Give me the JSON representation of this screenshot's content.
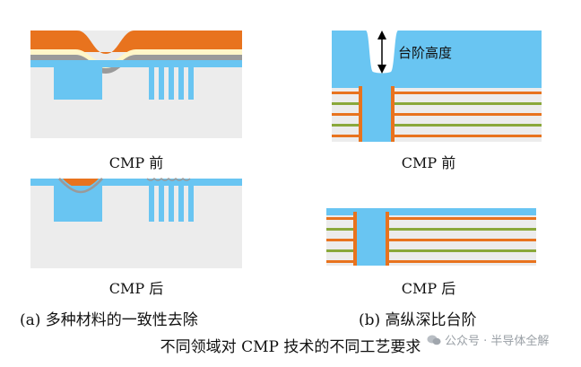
{
  "panel_a": {
    "before_label": "CMP 前",
    "after_label": "CMP 后",
    "caption": "(a)  多种材料的一致性去除"
  },
  "panel_b": {
    "step_height_label": "台阶高度",
    "before_label": "CMP 前",
    "after_label": "CMP 后",
    "caption": "(b)  高纵深比台阶"
  },
  "figure_caption": "不同领域对 CMP 技术的不同工艺要求",
  "watermark": {
    "icon": "wechat-icon",
    "text": "公众号 · 半导体全解"
  },
  "colors": {
    "substrate": "#ececec",
    "dielectric_blue": "#69c5f2",
    "gray_layer": "#9a9a9a",
    "cream_layer": "#fff6c8",
    "orange_layer": "#e8731e",
    "green_layer": "#8aa83a",
    "white_line": "#ffffff"
  }
}
